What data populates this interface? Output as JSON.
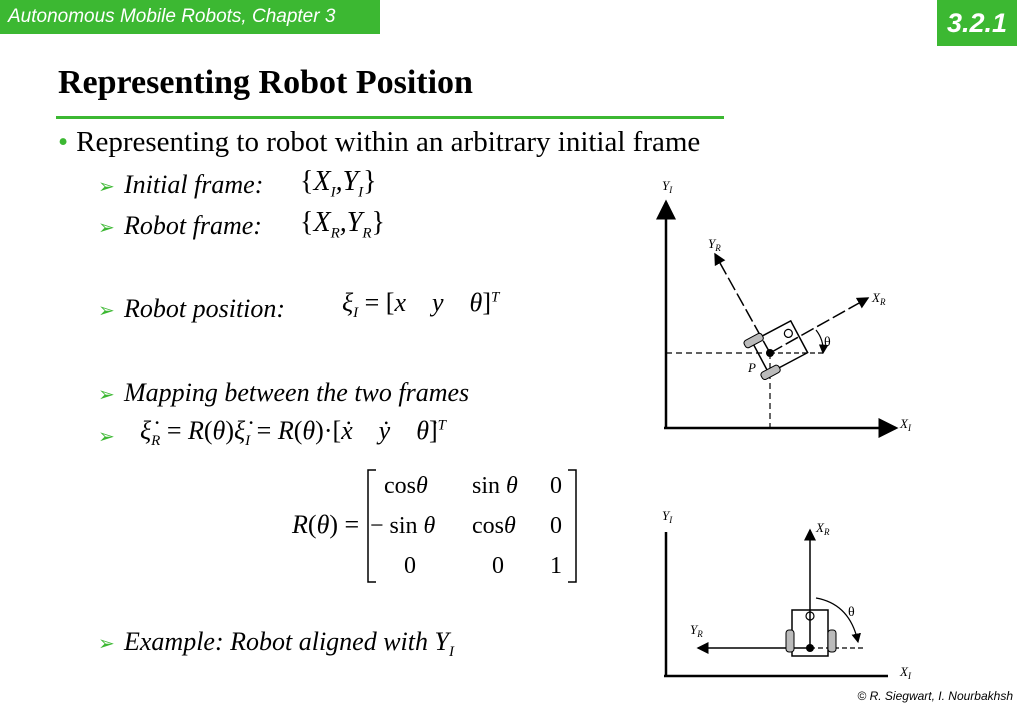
{
  "header": {
    "course_tag": "Autonomous Mobile Robots, Chapter 3",
    "section_number": "3.2.1"
  },
  "title": "Representing Robot Position",
  "bullet": "Representing to robot within an arbitrary initial frame",
  "items": {
    "initial_frame": "Initial frame:",
    "robot_frame": "Robot frame:",
    "robot_position": "Robot position:",
    "mapping": "Mapping between the two frames",
    "example": "Example: Robot aligned with Y"
  },
  "example_subscript": "I",
  "diagram1": {
    "y_axis": "Y",
    "x_axis": "X",
    "yr": "Y",
    "xr": "X",
    "sub_i": "I",
    "sub_r": "R",
    "theta": "θ",
    "point": "P"
  },
  "diagram2": {
    "y_axis": "Y",
    "x_axis": "X",
    "yr": "Y",
    "xr": "X",
    "sub_i": "I",
    "sub_r": "R",
    "theta": "θ"
  },
  "footer": "© R. Siegwart, I. Nourbakhsh",
  "colors": {
    "accent": "#3cb832"
  }
}
